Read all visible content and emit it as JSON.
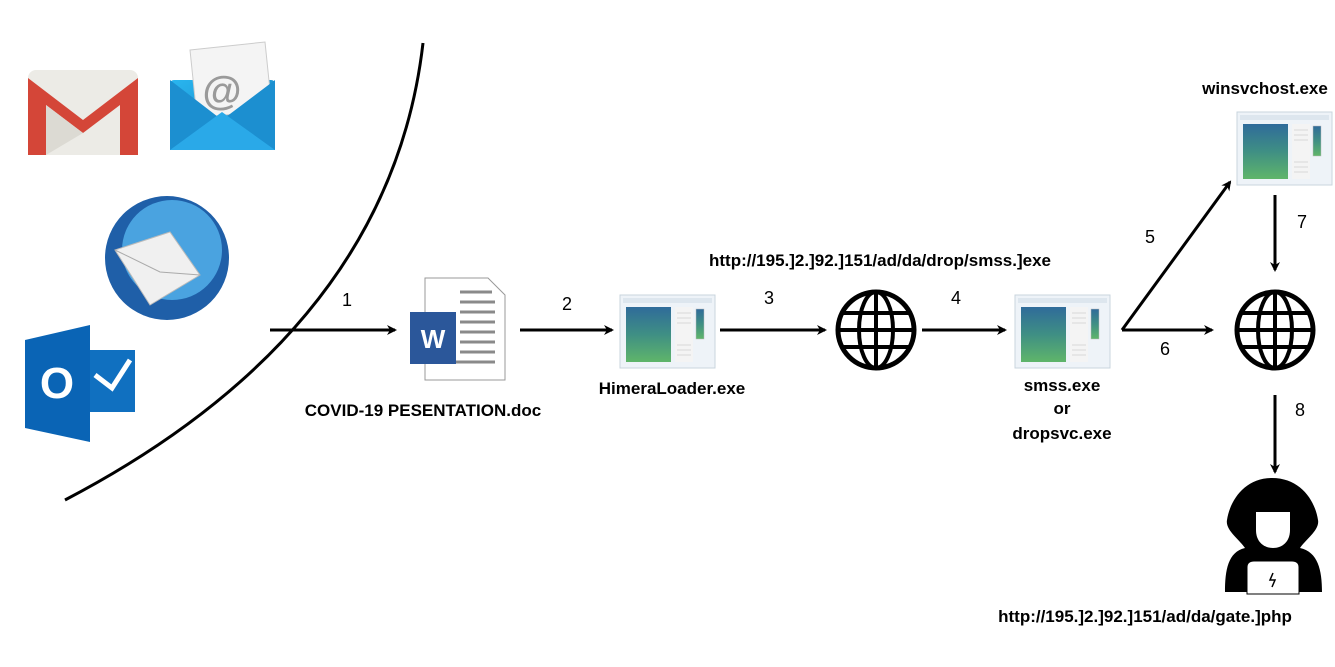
{
  "steps": [
    "1",
    "2",
    "3",
    "4",
    "5",
    "6",
    "7",
    "8"
  ],
  "labels": {
    "document": "COVID-19 PESENTATION.doc",
    "loader": "HimeraLoader.exe",
    "download_url": "http://195.]2.]92.]151/ad/da/drop/smss.]exe",
    "dropped_1": "smss.exe",
    "dropped_or": "or",
    "dropped_2": "dropsvc.exe",
    "persistence": "winsvchost.exe",
    "c2_url": "http://195.]2.]92.]151/ad/da/gate.]php"
  },
  "icons": {
    "email_clients": [
      "gmail-icon",
      "mail-icon",
      "thunderbird-icon",
      "outlook-icon"
    ],
    "word_letter": "W",
    "outlook_letter": "O",
    "mail_symbol": "@"
  },
  "colors": {
    "gmail_red": "#d44638",
    "mail_blue": "#1e9ad6",
    "outlook_blue": "#0a64b5",
    "word_blue": "#2b579a",
    "exe_green": "#4a9e6a"
  }
}
